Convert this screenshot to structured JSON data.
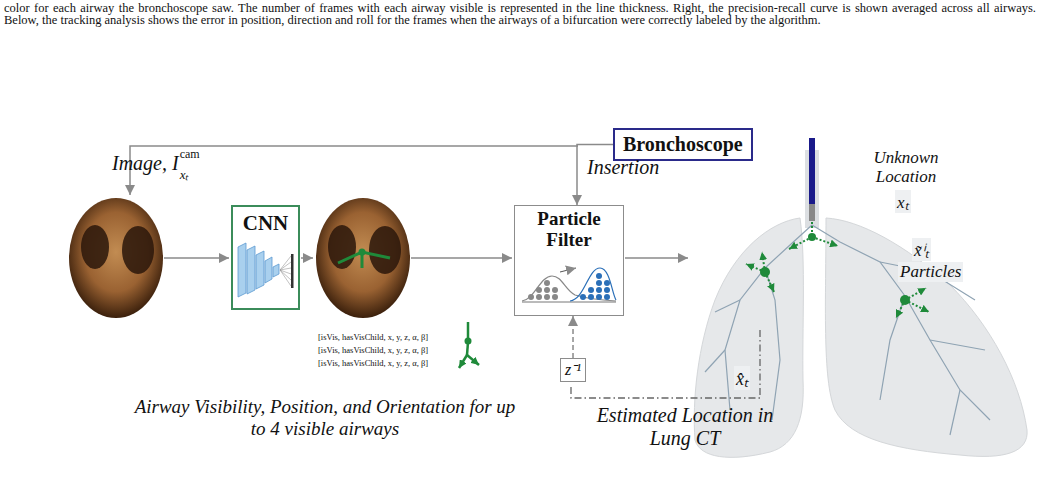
{
  "diagram": {
    "nodes": [
      {
        "text": [
          "Bronchoscope"
        ]
      },
      {
        "text": [
          "CNN"
        ]
      },
      {
        "text": [
          "Particle Filter"
        ]
      },
      {
        "text": [
          "z⁻¹"
        ]
      }
    ],
    "edges": [
      {
        "from": 0,
        "to": 2,
        "arrow": "to",
        "label": "Insertion"
      },
      {
        "from": 3,
        "to": 2,
        "arrow": "to"
      }
    ],
    "labels": [
      "color for each airway the bronchoscope saw. The number of frames with each airway visible is represented in the line thickness. Right, the precision-recall curve is shown averaged across all airways. Below, the tracking analysis shows the error in position, direction and roll for the frames when the airways of a bifurcation were correctly labeled by the algorithm.",
      "Image, I",
      "cam",
      "xₜ",
      "Unknown Location",
      "xₜ",
      "x̃ⁱₜ",
      "Particles",
      "x̂ₜ",
      "[isVis, hasVisChild, x, y, z, α, β]",
      "[isVis, hasVisChild, x, y, z, α, β]",
      "[isVis, hasVisChild, x, y, z, α, β]",
      "Airway Visibility, Position, and Orientation for up to 4 visible airways",
      "Estimated Location in Lung CT"
    ]
  }
}
